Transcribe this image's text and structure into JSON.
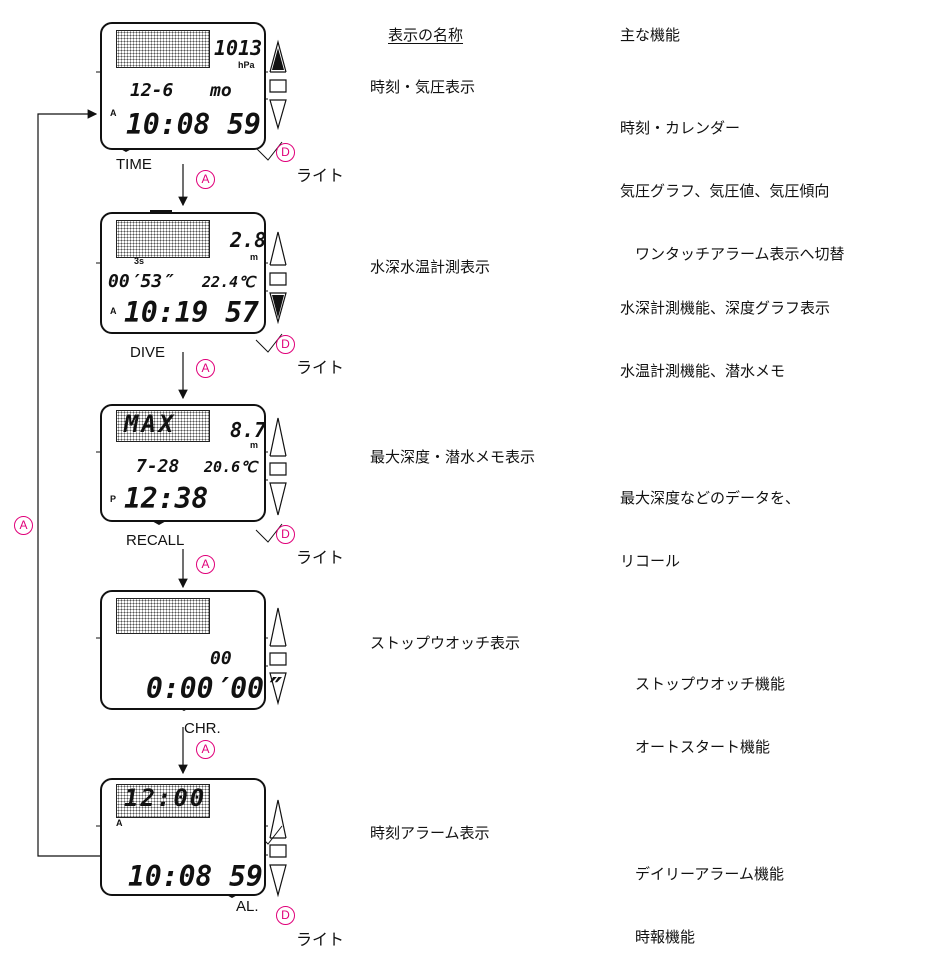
{
  "headers": {
    "name": "表示の名称",
    "function": "主な機能"
  },
  "modes": [
    {
      "name": "時刻・気圧表示",
      "functions": [
        "時刻・カレンダー",
        "気圧グラフ、気圧値、気圧傾向",
        "　ワンタッチアラーム表示へ切替"
      ],
      "button_label": "TIME",
      "display": {
        "top_value": "1013",
        "top_unit": "hPa",
        "mid_left": "12-6",
        "mid_right": "mo",
        "bottom": "10:08 59",
        "indicator": "A"
      }
    },
    {
      "name": "水深水温計測表示",
      "functions": [
        "水深計測機能、深度グラフ表示",
        "水温計測機能、潜水メモ"
      ],
      "button_label": "DIVE",
      "display": {
        "top_value": "2.8",
        "top_unit": "m",
        "graph_label": "3s",
        "mid_left": "00′53″",
        "mid_right": "22.4℃",
        "bottom": "10:19 57",
        "indicator": "A"
      }
    },
    {
      "name": "最大深度・潜水メモ表示",
      "functions": [
        "最大深度などのデータを、",
        "リコール"
      ],
      "button_label": "RECALL",
      "display": {
        "top_text": "MAX",
        "top_value": "8.7",
        "top_unit": "m",
        "mid_left": "7-28",
        "mid_right": "20.6℃",
        "bottom": "12:38",
        "indicator": "P"
      }
    },
    {
      "name": "ストップウオッチ表示",
      "functions": [
        "ストップウオッチ機能",
        "オートスタート機能"
      ],
      "button_label": "CHR.",
      "display": {
        "mid_right": "00",
        "bottom": "0:00′00″"
      }
    },
    {
      "name": "時刻アラーム表示",
      "functions": [
        "デイリーアラーム機能",
        "時報機能"
      ],
      "button_label": "AL.",
      "display": {
        "top_text": "12:00",
        "bottom": "10:08 59",
        "indicator": "A"
      }
    }
  ],
  "button_a": "A",
  "button_d": "D",
  "light_label": "ライト"
}
